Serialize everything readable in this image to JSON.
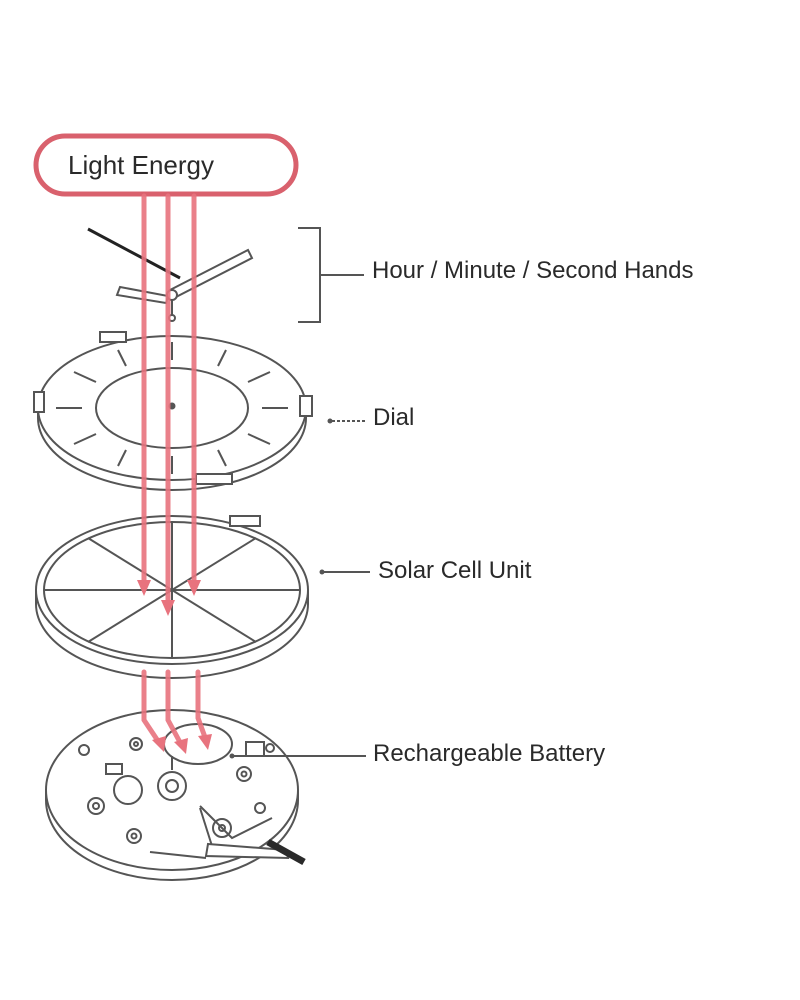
{
  "labels": {
    "light_energy": "Light Energy",
    "hands": "Hour / Minute / Second Hands",
    "dial": "Dial",
    "solar_cell": "Solar Cell Unit",
    "battery": "Rechargeable Battery"
  },
  "colors": {
    "light_arrow": "#e8737e",
    "light_box_border": "#d9616d",
    "line_art": "#555555",
    "label_text": "#2a2a2a"
  }
}
